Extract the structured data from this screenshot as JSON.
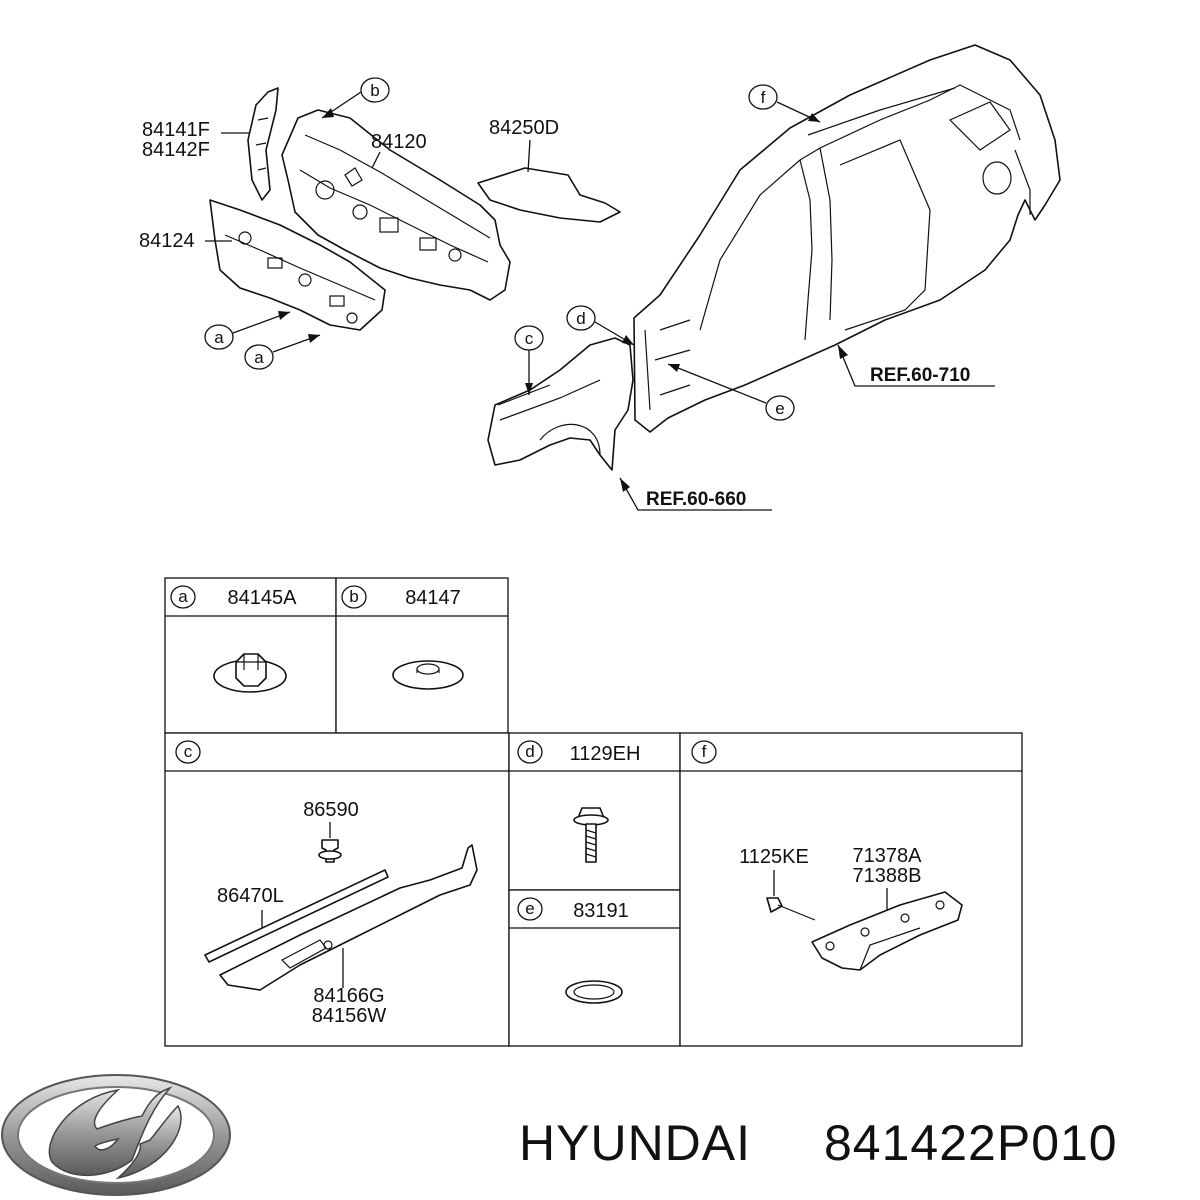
{
  "main_diagram": {
    "callouts": {
      "a1": "a",
      "a2": "a",
      "b": "b",
      "c": "c",
      "d": "d",
      "e": "e",
      "f": "f"
    },
    "part_labels": {
      "p84141F": "84141F",
      "p84142F": "84142F",
      "p84120": "84120",
      "p84250D": "84250D",
      "p84124": "84124"
    },
    "ref_labels": {
      "ref_710": "REF.60-710",
      "ref_660": "REF.60-660"
    }
  },
  "detail_table": {
    "cells": {
      "a": {
        "letter": "a",
        "part": "84145A"
      },
      "b": {
        "letter": "b",
        "part": "84147"
      },
      "c": {
        "letter": "c",
        "part": ""
      },
      "d": {
        "letter": "d",
        "part": "1129EH"
      },
      "e": {
        "letter": "e",
        "part": "83191"
      },
      "f": {
        "letter": "f",
        "part": ""
      }
    },
    "c_labels": {
      "l86590": "86590",
      "l86470L": "86470L",
      "l84166G": "84166G",
      "l84156W": "84156W"
    },
    "f_labels": {
      "l1125KE": "1125KE",
      "l71378A": "71378A",
      "l71388B": "71388B"
    }
  },
  "footer": {
    "brand": "HYUNDAI",
    "part_number": "841422P010",
    "logo_icon": "hyundai-logo-icon"
  }
}
